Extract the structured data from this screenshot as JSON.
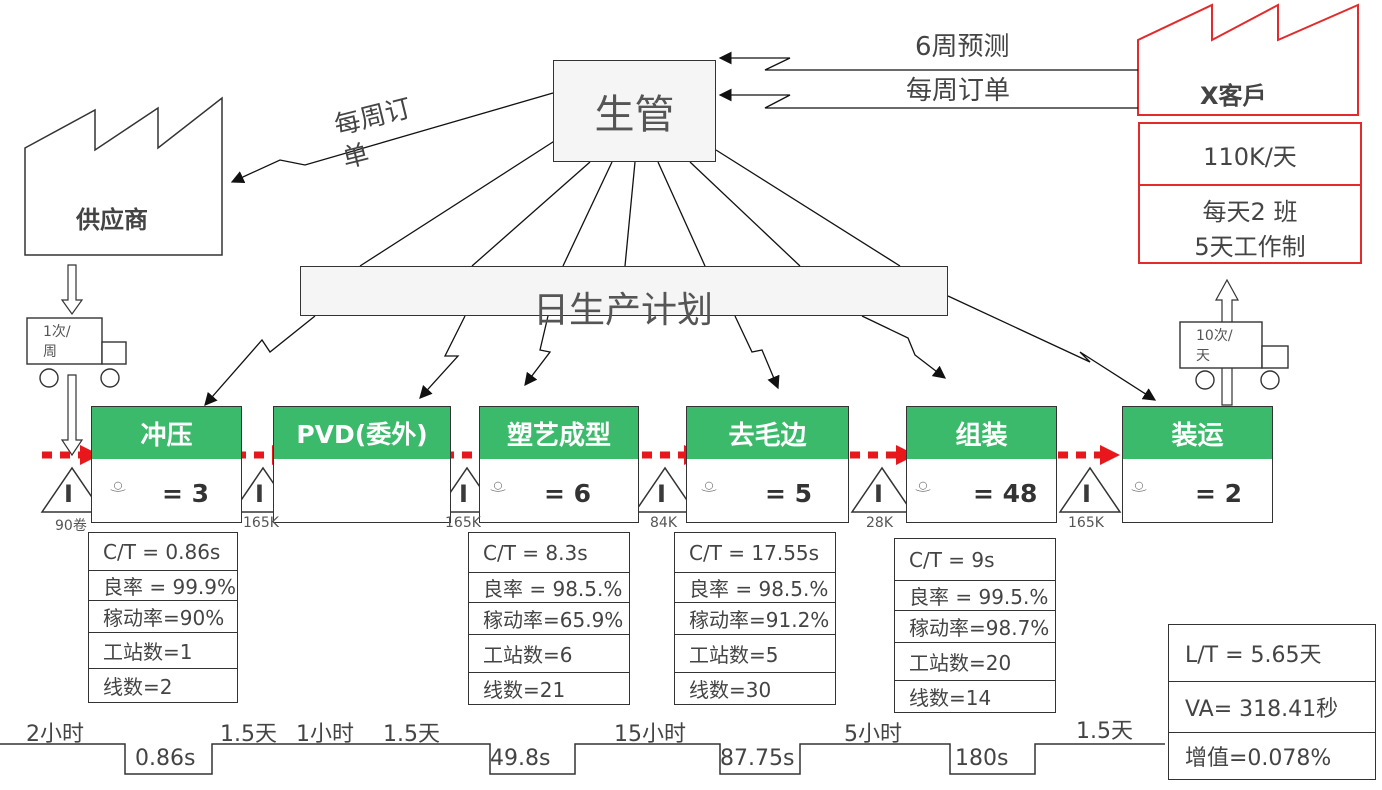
{
  "supplier": {
    "label": "供应商",
    "truck_label": "1次/\n周"
  },
  "customer": {
    "label": "X客戶",
    "demand": "110K/天",
    "shift_line1": "每天2 班",
    "shift_line2": "5天工作制",
    "truck_label": "10次/\n天"
  },
  "control": {
    "label": "生管",
    "forecast": "6周预测",
    "weekly_order": "每周订单",
    "supplier_order": "每周订\n单"
  },
  "schedule": {
    "label": "日生产计划"
  },
  "processes": [
    {
      "name": "冲压",
      "ops": "= 3"
    },
    {
      "name": "PVD(委外)",
      "ops": ""
    },
    {
      "name": "塑艺成型",
      "ops": "= 6"
    },
    {
      "name": "去毛边",
      "ops": "= 5"
    },
    {
      "name": "组装",
      "ops": "= 48"
    },
    {
      "name": "装运",
      "ops": "= 2"
    }
  ],
  "inventory": [
    {
      "symbol": "I",
      "label": "90卷"
    },
    {
      "symbol": "I",
      "label": "165K"
    },
    {
      "symbol": "I",
      "label": "165K"
    },
    {
      "symbol": "I",
      "label": "84K"
    },
    {
      "symbol": "I",
      "label": "28K"
    },
    {
      "symbol": "I",
      "label": "165K"
    }
  ],
  "data_boxes": [
    {
      "rows": [
        "C/T = 0.86s",
        "良率 = 99.9%",
        "稼动率=90%",
        "工站数=1",
        "线数=2"
      ]
    },
    {
      "rows": [
        "C/T = 8.3s",
        "良率 = 98.5.%",
        "稼动率=65.9%",
        "工站数=6",
        "线数=21"
      ]
    },
    {
      "rows": [
        "C/T = 17.55s",
        "良率 = 98.5.%",
        "稼动率=91.2%",
        "工站数=5",
        "线数=30"
      ]
    },
    {
      "rows": [
        "C/T = 9s",
        "良率 = 99.5.%",
        "稼动率=98.7%",
        "工站数=20",
        "线数=14"
      ]
    }
  ],
  "timeline": {
    "waits": [
      "2小时",
      "1.5天",
      "1小时",
      "1.5天",
      "15小时",
      "5小时",
      "1.5天"
    ],
    "process_times": [
      "0.86s",
      "49.8s",
      "87.75s",
      "180s"
    ]
  },
  "summary": {
    "lead_time": "L/T = 5.65天",
    "value_add": "VA= 318.41秒",
    "ratio": "增值=0.078%"
  },
  "colors": {
    "process_header": "#3cba6b",
    "push_arrow": "#e8171b",
    "customer_border": "#e32b2b"
  }
}
